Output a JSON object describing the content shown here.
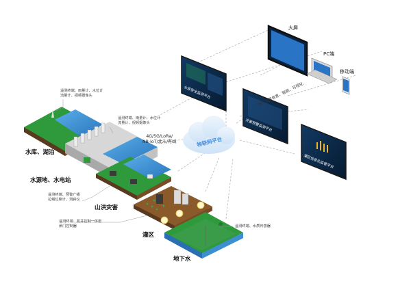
{
  "zones": {
    "reservoir": "水库、湖泊",
    "hydropower": "水源地、水电站",
    "flood": "山洪灾害",
    "irrigation": "灌区",
    "groundwater": "地下水"
  },
  "annotations": {
    "reservoir": [
      "遥测终端、雨量计、水位计",
      "流量计、视频摄像头"
    ],
    "hydropower": [
      "遥测终端、雨量计、水位计",
      "流量计、视频摄像头"
    ],
    "flood": [
      "遥测终端、预警广播",
      "拉绳位移计、测斜仪"
    ],
    "irrigation": [
      "遥测终端、机井控制一体柜",
      "闸门控制器"
    ],
    "groundwater": "遥测终端、水质传感器"
  },
  "network": {
    "protocols": [
      "4G/5G/LoRa/",
      "NB-IoT/北斗/有线"
    ],
    "cloud": "物联网平台"
  },
  "platforms": {
    "monitoring": "水库安全监测平台",
    "hydrology": "灾害预警监测平台",
    "irrigation": "灌区信息化监管平台",
    "unify": "统一监管信息、智能、可视化"
  },
  "devices": {
    "big_screen": "大屏",
    "pc": "PC端",
    "mobile": "移动端"
  },
  "colors": {
    "water": "#3d8fd0",
    "grass": "#2e9a3c",
    "earth": "#8a5a2b",
    "cloud": "#dcecfa",
    "cloud_text": "#4a90d9",
    "panel": "#0b2a4a"
  }
}
